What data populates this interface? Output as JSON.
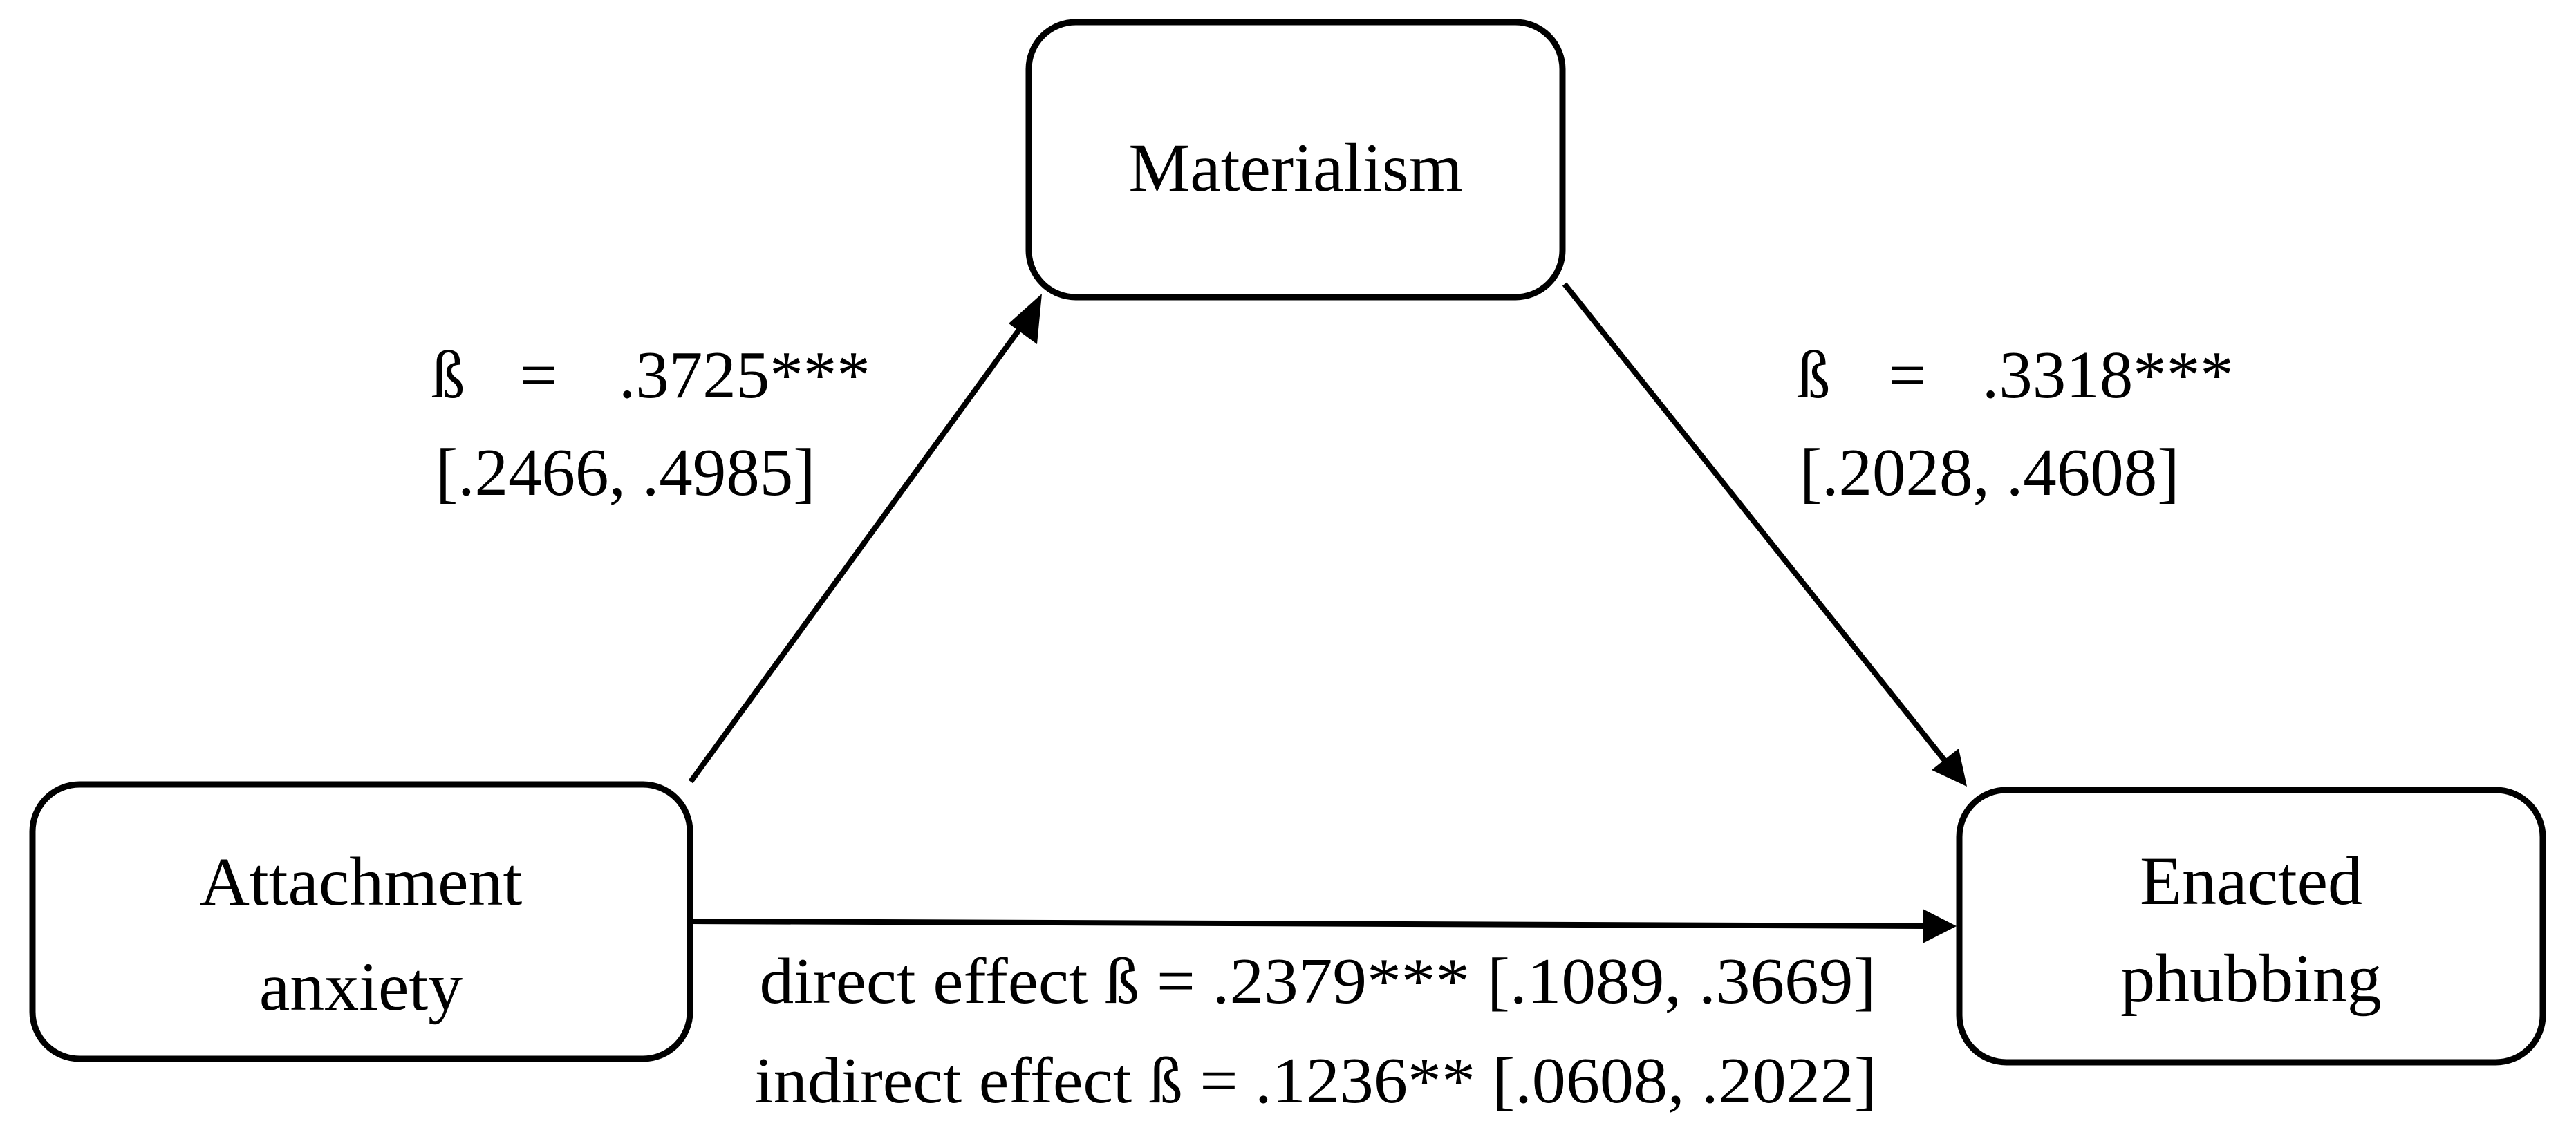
{
  "diagram": {
    "type": "mediation-model",
    "colors": {
      "stroke": "#000000",
      "background": "#ffffff",
      "text": "#000000"
    },
    "nodes": {
      "mediator": {
        "label": "Materialism"
      },
      "predictor": {
        "line1": "Attachment",
        "line2": "anxiety"
      },
      "outcome": {
        "line1": "Enacted",
        "line2": "phubbing"
      }
    },
    "paths": {
      "a_path": {
        "beta_symbol": "ß",
        "equals": "=",
        "beta_value": ".3725***",
        "ci": "[.2466, .4985]"
      },
      "b_path": {
        "beta_symbol": "ß",
        "equals": "=",
        "beta_value": ".3318***",
        "ci": "[.2028, .4608]"
      },
      "direct_effect": "direct effect ß = .2379*** [.1089, .3669]",
      "indirect_effect": "indirect effect ß = .1236** [.0608, .2022]"
    }
  }
}
